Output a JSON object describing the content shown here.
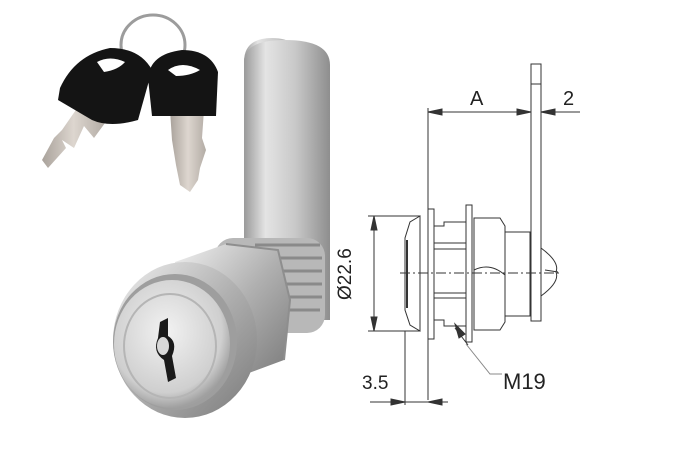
{
  "product_image": {
    "subject": "cam lock with keys",
    "keys_count": 2,
    "colors": {
      "background": "#ffffff",
      "key_head": "#141414",
      "key_blade": "#c9c2bb",
      "chrome_light": "#e6e6e6",
      "chrome_mid": "#b5b5b5",
      "chrome_dark": "#7d7d7d",
      "line": "#333333"
    }
  },
  "drawing": {
    "dimensions": {
      "a": "A",
      "thickness": "2",
      "diameter": "Ø22.6",
      "face": "3.5",
      "thread": "M19"
    }
  }
}
